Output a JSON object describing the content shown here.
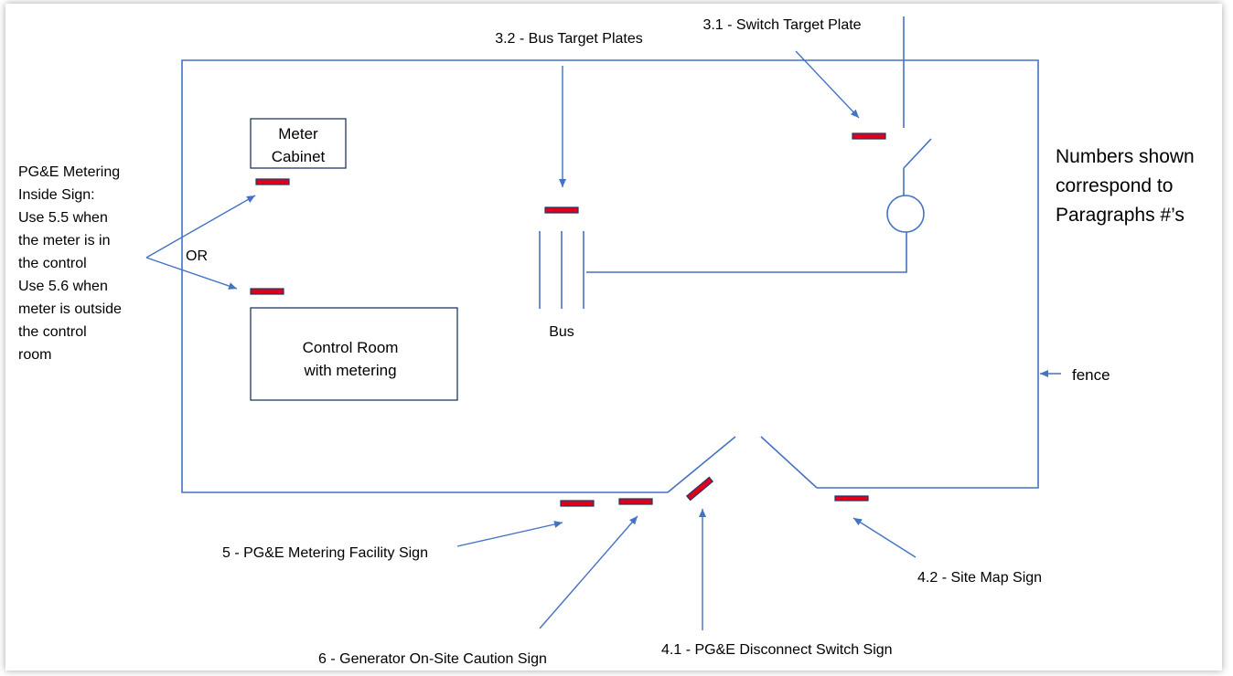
{
  "colors": {
    "line": "#4472c4",
    "sign_fill": "#e0001b",
    "sign_border": "#1f3864",
    "text": "#000000",
    "background": "#ffffff"
  },
  "labels": {
    "bus_target_plates": "3.2 - Bus Target Plates",
    "switch_target_plate": "3.1 - Switch Target Plate",
    "meter_cabinet_line1": "Meter",
    "meter_cabinet_line2": "Cabinet",
    "control_room_line1": "Control Room",
    "control_room_line2": "with metering",
    "bus": "Bus",
    "or": "OR",
    "fence": "fence",
    "metering_facility_sign": "5 - PG&E Metering Facility Sign",
    "generator_caution_sign": "6 - Generator On-Site Caution Sign",
    "disconnect_switch_sign": "4.1 - PG&E Disconnect Switch Sign",
    "site_map_sign": "4.2 - Site Map Sign"
  },
  "inside_sign_note": [
    "PG&E Metering",
    "Inside Sign:",
    "Use 5.5 when",
    "the meter is in",
    "the control",
    "Use 5.6 when",
    "meter is outside",
    "the control",
    "room"
  ],
  "numbers_note": [
    "Numbers shown",
    "correspond to",
    "Paragraphs #’s"
  ]
}
